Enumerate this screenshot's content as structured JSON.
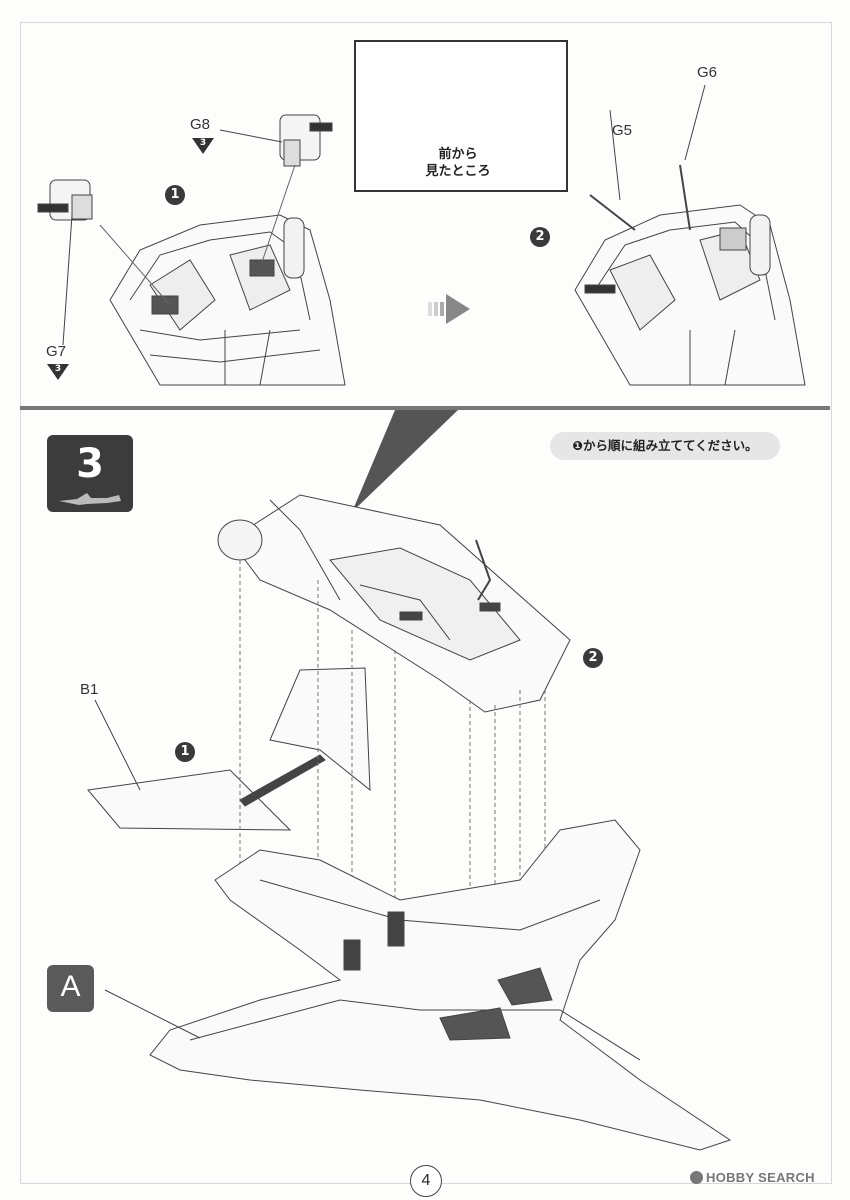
{
  "top_section": {
    "callout_text_line1": "前から",
    "callout_text_line2": "見たところ",
    "parts": {
      "g8": {
        "label": "G8",
        "sheet_badge": "3"
      },
      "g7": {
        "label": "G7",
        "sheet_badge": "3"
      },
      "g5": {
        "label": "G5"
      },
      "g6": {
        "label": "G6"
      }
    },
    "sub_steps": {
      "one": "1",
      "two": "2"
    }
  },
  "step_section": {
    "step_number": "3",
    "instruction": "❶から順に組み立ててください。",
    "parts": {
      "b1": "B1"
    },
    "sub_steps": {
      "one": "1",
      "two": "2"
    },
    "sheet_letter": "A"
  },
  "footer": {
    "page_number": "4",
    "watermark_brand": "HOBBY SEARCH"
  },
  "colors": {
    "ink": "#2a2a2a",
    "badge": "#3a3a3a",
    "step_box": "#3c3c3c",
    "paper": "#fdfdfb"
  }
}
